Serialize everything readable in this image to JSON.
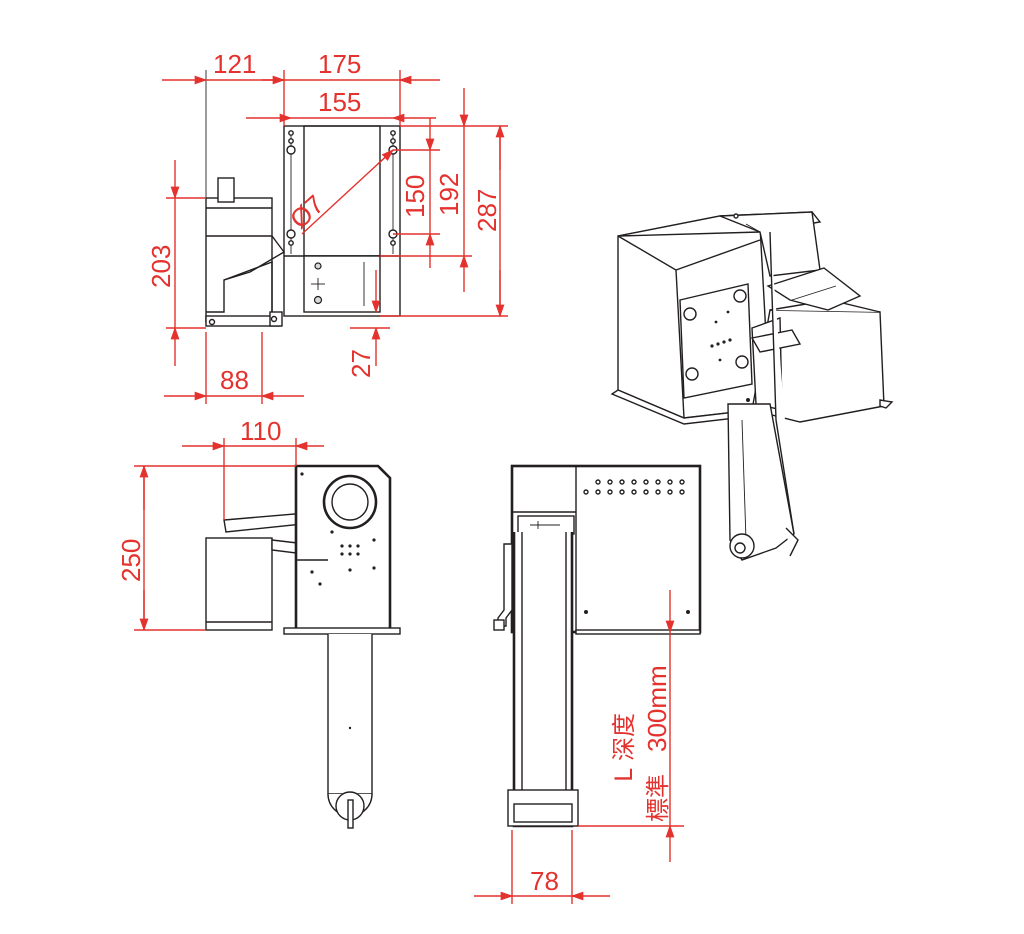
{
  "colors": {
    "dimension": "#e4322e",
    "outline": "#231f20",
    "background": "#ffffff"
  },
  "dimensions": {
    "top_view": {
      "width_left": "121",
      "width_right": "175",
      "hole_pitch_x": "155",
      "hole_pitch_y": "150",
      "plate_height": "192",
      "total_depth": "287",
      "body_height": "203",
      "hole_diameter": "Ø7",
      "bottom_offset": "27",
      "base_width": "88"
    },
    "side_view": {
      "hopper_width": "110",
      "height": "250"
    },
    "front_view": {
      "belt_width": "78",
      "depth_line1": "L 深度",
      "depth_value": "300mm",
      "depth_line2": "標準"
    }
  }
}
